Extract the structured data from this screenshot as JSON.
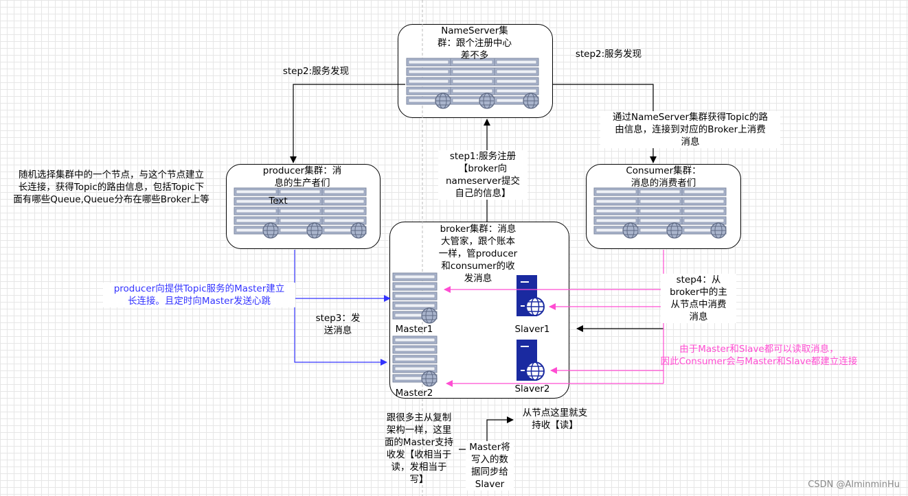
{
  "nameserver_box": {
    "label": "NameServer集\n群：跟个注册中心\n差不多"
  },
  "producer_box": {
    "label": "producer集群：消\n息的生产者们",
    "overlay": "Text"
  },
  "consumer_box": {
    "label": "Consumer集群：\n消息的消费者们"
  },
  "broker_box": {
    "label": "broker集群：消息\n大管家，跟个账本\n一样，管producer\n和consumer的收\n发消息"
  },
  "nodes": {
    "master1": "Master1",
    "master2": "Master2",
    "slaver1": "Slaver1",
    "slaver2": "Slaver2"
  },
  "labels": {
    "step2_left": "step2:服务发现",
    "step2_right": "step2:服务发现",
    "step1": "step1:服务注册\n【broker向\nnameserver提交\n自己的信息】",
    "step3": "step3：发\n送消息",
    "step4": "step4：从\nbroker中的主\n从节点中消费\n消息",
    "consumer_route": "通过NameServer集群获得Topic的路\n由信息，连接到对应的Broker上消费\n消息",
    "producer_random": "随机选择集群中的一个节点，与这个节点建立\n长连接，获得Topic的路由信息，包括Topic下\n面有哪些Queue,Queue分布在哪些Broker上等",
    "producer_master": "producer向提供Topic服务的Master建立\n长连接。且定时向Master发送心跳",
    "master_slave_read": "由于Master和Slave都可以读取消息，\n因此Consumer会与Master和Slave都建立连接",
    "replication": "跟很多主从复制\n架构一样，这里\n面的Master支持\n收发【收相当于\n读，发相当于\n写】",
    "sync": "Master将\n写入的数\n据同步给\nSlaver",
    "slave_read": "从节点这里就支\n持收【读】"
  },
  "watermark": "CSDN @AlminminHu",
  "colors": {
    "blue": "#3333ff",
    "pink": "#ff4dd2",
    "server": "#a9b4cc",
    "server_dark": "#7d879f",
    "slave": "#1a2aa0"
  }
}
